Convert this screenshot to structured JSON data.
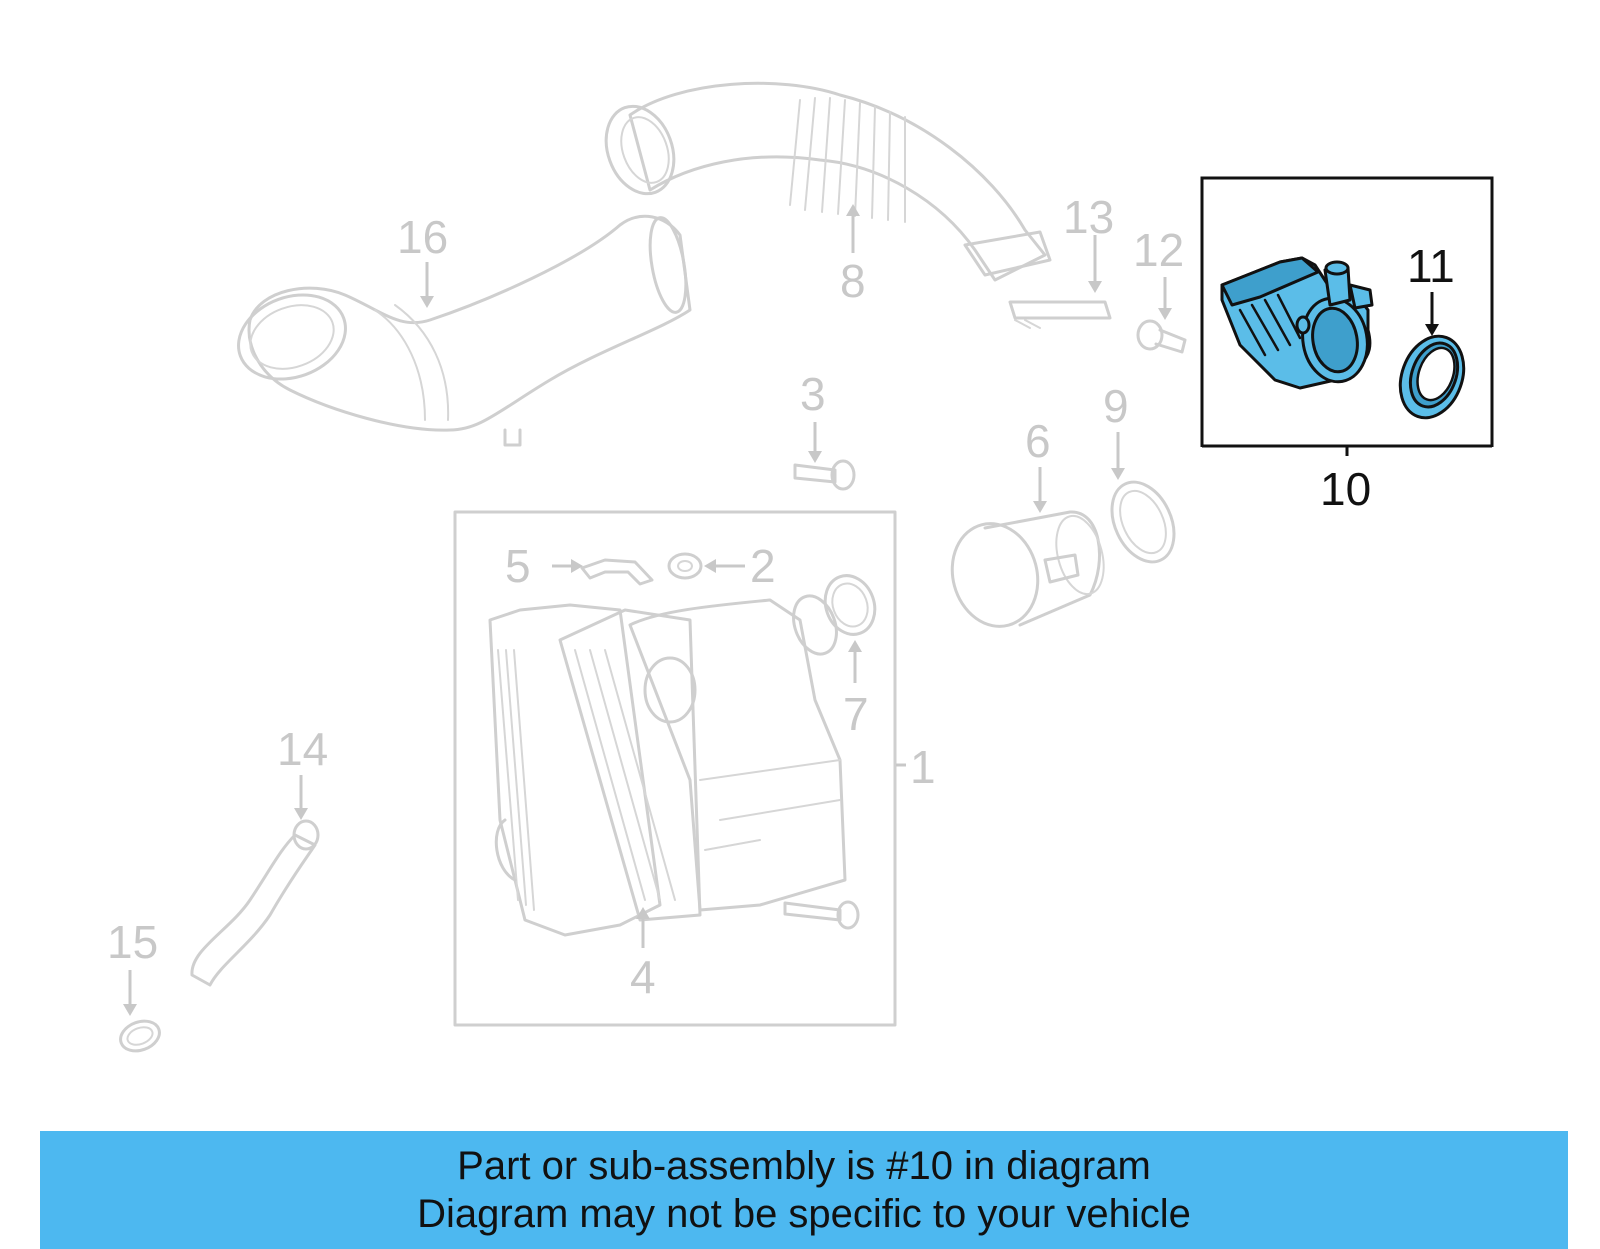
{
  "callouts": {
    "c1": "1",
    "c2": "2",
    "c3": "3",
    "c4": "4",
    "c5": "5",
    "c6": "6",
    "c7": "7",
    "c8": "8",
    "c9": "9",
    "c10": "10",
    "c11": "11",
    "c12": "12",
    "c13": "13",
    "c14": "14",
    "c15": "15",
    "c16": "16"
  },
  "highlight_color": "#5bbde8",
  "banner": {
    "line1": "Part or sub-assembly is #10 in diagram",
    "line2": "Diagram may not be specific to your vehicle",
    "background": "#4db8f0"
  }
}
